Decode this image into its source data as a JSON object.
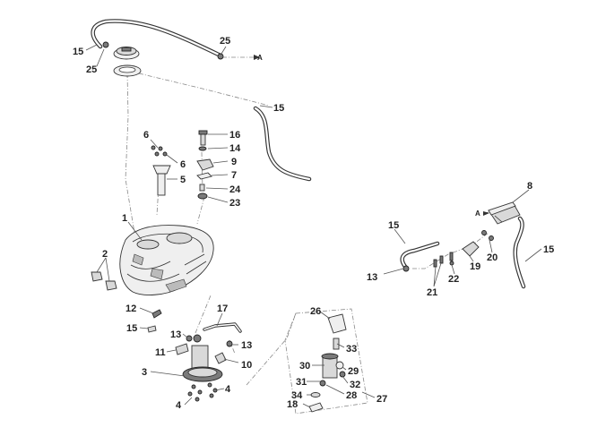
{
  "callouts": {
    "c15_top": "15",
    "c25_left": "25",
    "c25_top": "25",
    "arrow_a_top": "A",
    "c15_mid": "15",
    "c6_a": "6",
    "c6_b": "6",
    "c5": "5",
    "c16": "16",
    "c14": "14",
    "c9": "9",
    "c7": "7",
    "c24": "24",
    "c23": "23",
    "c1": "1",
    "c2": "2",
    "c12": "12",
    "c15_low": "15",
    "c17": "17",
    "c13_a": "13",
    "c11": "11",
    "c13_b": "13",
    "c10": "10",
    "c3": "3",
    "c4_a": "4",
    "c4_b": "4",
    "c8": "8",
    "arrow_a_right": "A",
    "c15_r1": "15",
    "c15_r2": "15",
    "c13_r": "13",
    "c20": "20",
    "c19": "19",
    "c22": "22",
    "c21": "21",
    "c26": "26",
    "c33": "33",
    "c30": "30",
    "c29": "29",
    "c31": "31",
    "c32": "32",
    "c28": "28",
    "c34": "34",
    "c18": "18",
    "c27": "27"
  },
  "colors": {
    "line": "#333333",
    "part_fill": "#d9d9d9",
    "dark_fill": "#7a7a7a",
    "background": "#ffffff"
  }
}
